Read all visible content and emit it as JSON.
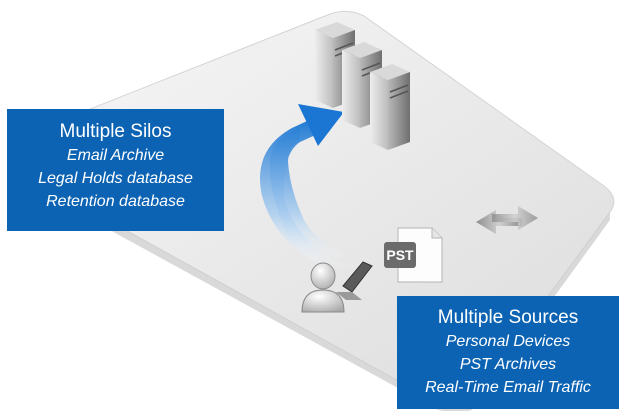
{
  "silos_box": {
    "title": "Multiple Silos",
    "items": [
      "Email Archive",
      "Legal Holds database",
      "Retention database"
    ]
  },
  "sources_box": {
    "title": "Multiple Sources",
    "items": [
      "Personal Devices",
      "PST Archives",
      "Real-Time Email Traffic"
    ]
  },
  "pst_icon": {
    "label": "PST"
  },
  "icons": [
    "server-icon",
    "server-icon",
    "server-icon",
    "user-icon",
    "laptop-icon",
    "document-icon",
    "bidirectional-arrow-icon",
    "curved-arrow-icon"
  ],
  "colors": {
    "label_box": "#0c63b3",
    "arrow_blue": "#1a76d2",
    "platform": "#eeeeee",
    "server": "#8f8f8f"
  }
}
